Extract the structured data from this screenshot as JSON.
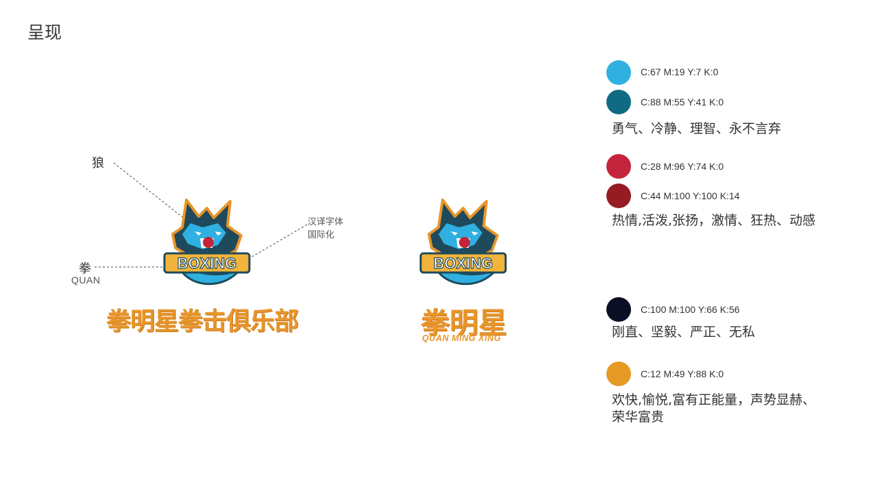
{
  "page": {
    "title": "呈现"
  },
  "annotations": {
    "wolf": "狼",
    "fist": "拳",
    "fist_pinyin": "QUAN",
    "font_note_line1": "汉译字体",
    "font_note_line2": "国际化"
  },
  "logo": {
    "badge_text": "BOXING",
    "full_name": "拳明星拳击俱乐部",
    "short_name": "拳明星",
    "pinyin": "QUAN MING XING"
  },
  "palette": {
    "group1": {
      "colors": [
        {
          "hex": "#2fb0e0",
          "cmyk": "C:67 M:19 Y:7 K:0"
        },
        {
          "hex": "#106a83",
          "cmyk": "C:88 M:55 Y:41 K:0"
        }
      ],
      "description": "勇气、冷静、理智、永不言弃"
    },
    "group2": {
      "colors": [
        {
          "hex": "#c4243b",
          "cmyk": "C:28 M:96 Y:74 K:0"
        },
        {
          "hex": "#951c22",
          "cmyk": "C:44 M:100 Y:100 K:14"
        }
      ],
      "description": "热情,活泼,张扬，激情、狂热、动感"
    },
    "group3": {
      "colors": [
        {
          "hex": "#0b0f24",
          "cmyk": "C:100 M:100 Y:66 K:56"
        }
      ],
      "description": "刚直、坚毅、严正、无私"
    },
    "group4": {
      "colors": [
        {
          "hex": "#e59a26",
          "cmyk": "C:12 M:49 Y:88 K:0"
        }
      ],
      "description_line1": "欢快,愉悦,富有正能量，声势显赫、",
      "description_line2": "荣华富贵"
    }
  }
}
